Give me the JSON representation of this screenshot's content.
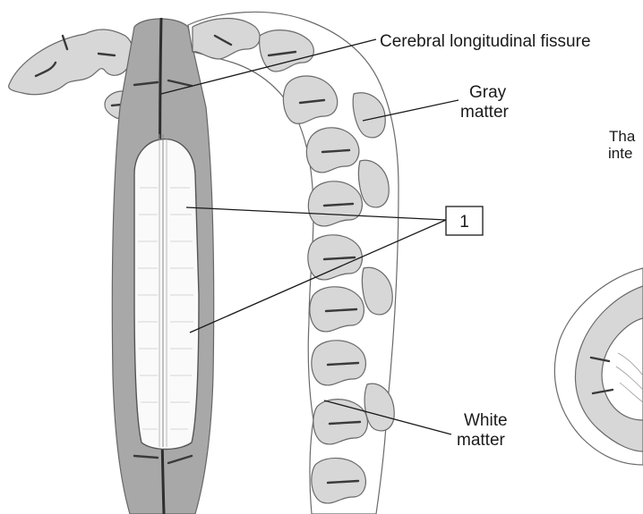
{
  "labels": {
    "fissure": "Cerebral longitudinal fissure",
    "gray_line1": "Gray",
    "gray_line2": "matter",
    "white_line1": "White",
    "white_line2": "matter",
    "thalamus_fragment_line1": "Tha",
    "thalamus_fragment_line2": "inte",
    "callout_number": "1"
  },
  "colors": {
    "gray_matter": "#d7d7d7",
    "fissure_shade": "#9a9a9a",
    "outline": "#6a6a6a",
    "text": "#1a1a1a"
  }
}
